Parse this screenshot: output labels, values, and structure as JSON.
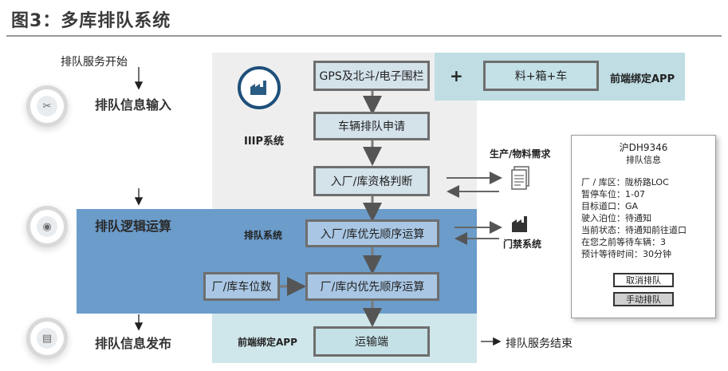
{
  "title": "图3：多库排队系统",
  "start_label": "排队服务开始",
  "end_label": "排队服务结束",
  "stages": {
    "input": "排队信息输入",
    "logic": "排队逻辑运算",
    "publish": "排队信息发布"
  },
  "iiip_label": "IIIP系统",
  "queue_system_label": "排队系统",
  "app_label_top": "前端绑定APP",
  "app_label_bottom": "前端绑定APP",
  "plus": "+",
  "boxes": {
    "gps": "GPS及北斗/电子围栏",
    "material": "料+箱+车",
    "apply": "车辆排队申请",
    "qualify": "入厂/库资格判断",
    "priority": "入厂/库优先顺序运算",
    "slots": "厂/库车位数",
    "inner_priority": "厂/库内优先顺序运算",
    "transport": "运输端"
  },
  "side_labels": {
    "production": "生产/物料需求",
    "gate": "门禁系统"
  },
  "panel": {
    "plate": "沪DH9346",
    "subtitle": "排队信息",
    "lines": [
      "厂 / 库区：陇桥路LOC",
      "暂停车位：1-07",
      "目标道口：GA",
      "驶入泊位：待通知",
      "当前状态：待通知前往道口",
      "在您之前等待车辆：3",
      "预计等待时间：30分钟"
    ],
    "cancel_button": "取消排队",
    "manual_button": "手动排队"
  }
}
